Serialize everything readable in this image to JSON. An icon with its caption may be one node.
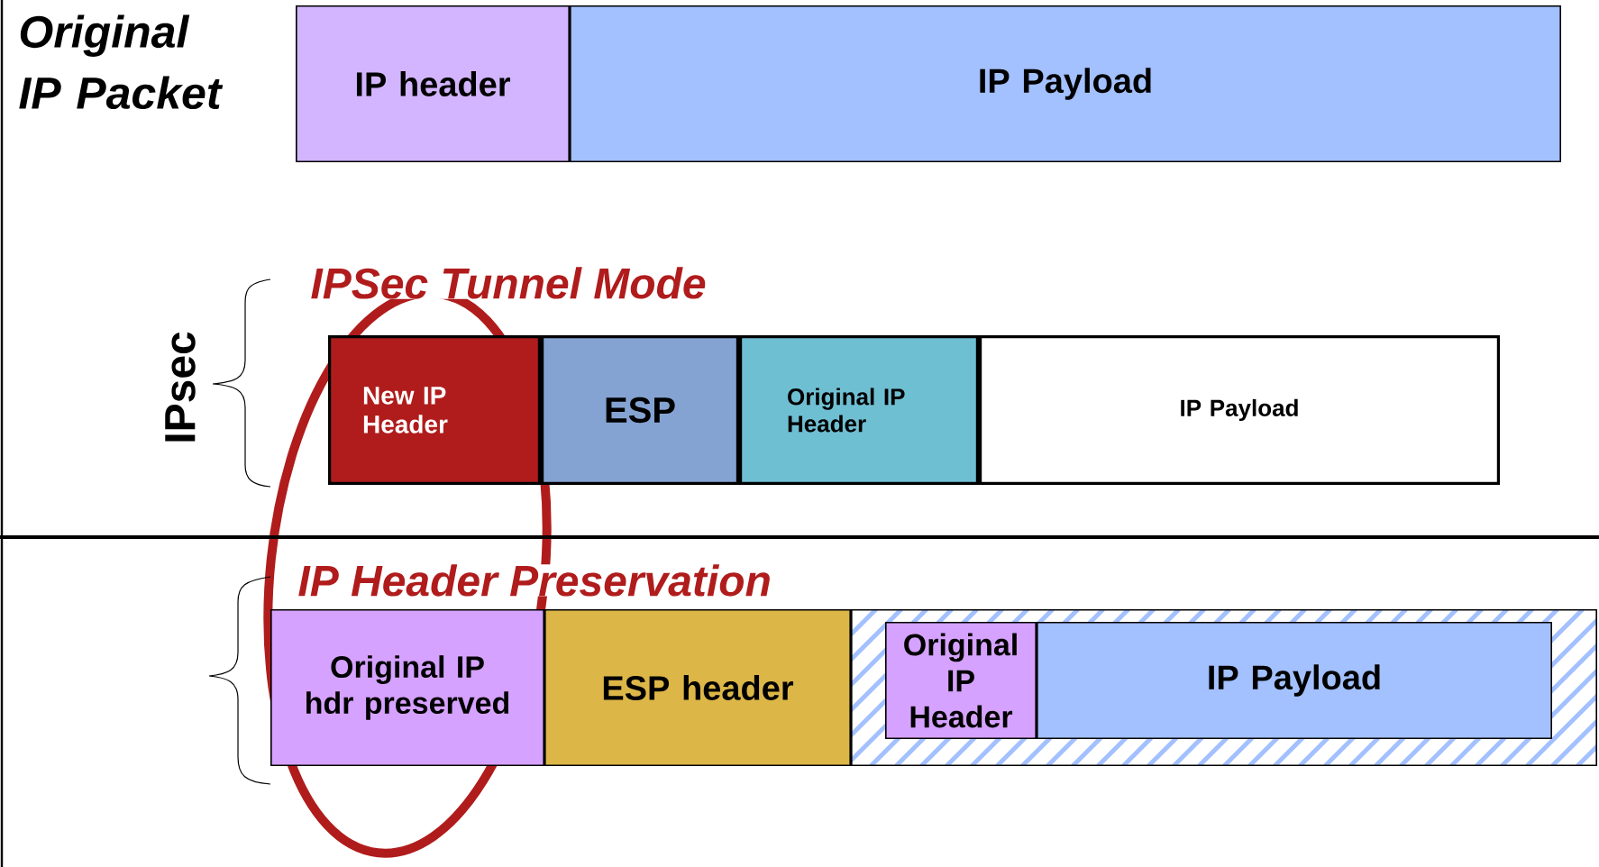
{
  "diagram": {
    "nodes": [
      {
        "text": [
          "IP header"
        ]
      },
      {
        "text": [
          "IP Payload"
        ]
      },
      {
        "text": [
          "New IP Header"
        ]
      },
      {
        "text": [
          "ESP"
        ]
      },
      {
        "text": [
          "Original IP Header"
        ]
      },
      {
        "text": [
          "IP Payload"
        ]
      },
      {
        "text": [
          "Original IP hdr preserved"
        ]
      },
      {
        "text": [
          "ESP header"
        ]
      },
      {
        "text": [],
        "shape": "box"
      },
      {
        "text": [
          "Original IP Header"
        ],
        "in": 8
      },
      {
        "text": [
          "IP Payload"
        ],
        "in": 8
      }
    ],
    "labels": [
      "Original IP Packet",
      "IPSec Tunnel Mode",
      "IPsec",
      "IP Header Preservation"
    ]
  }
}
